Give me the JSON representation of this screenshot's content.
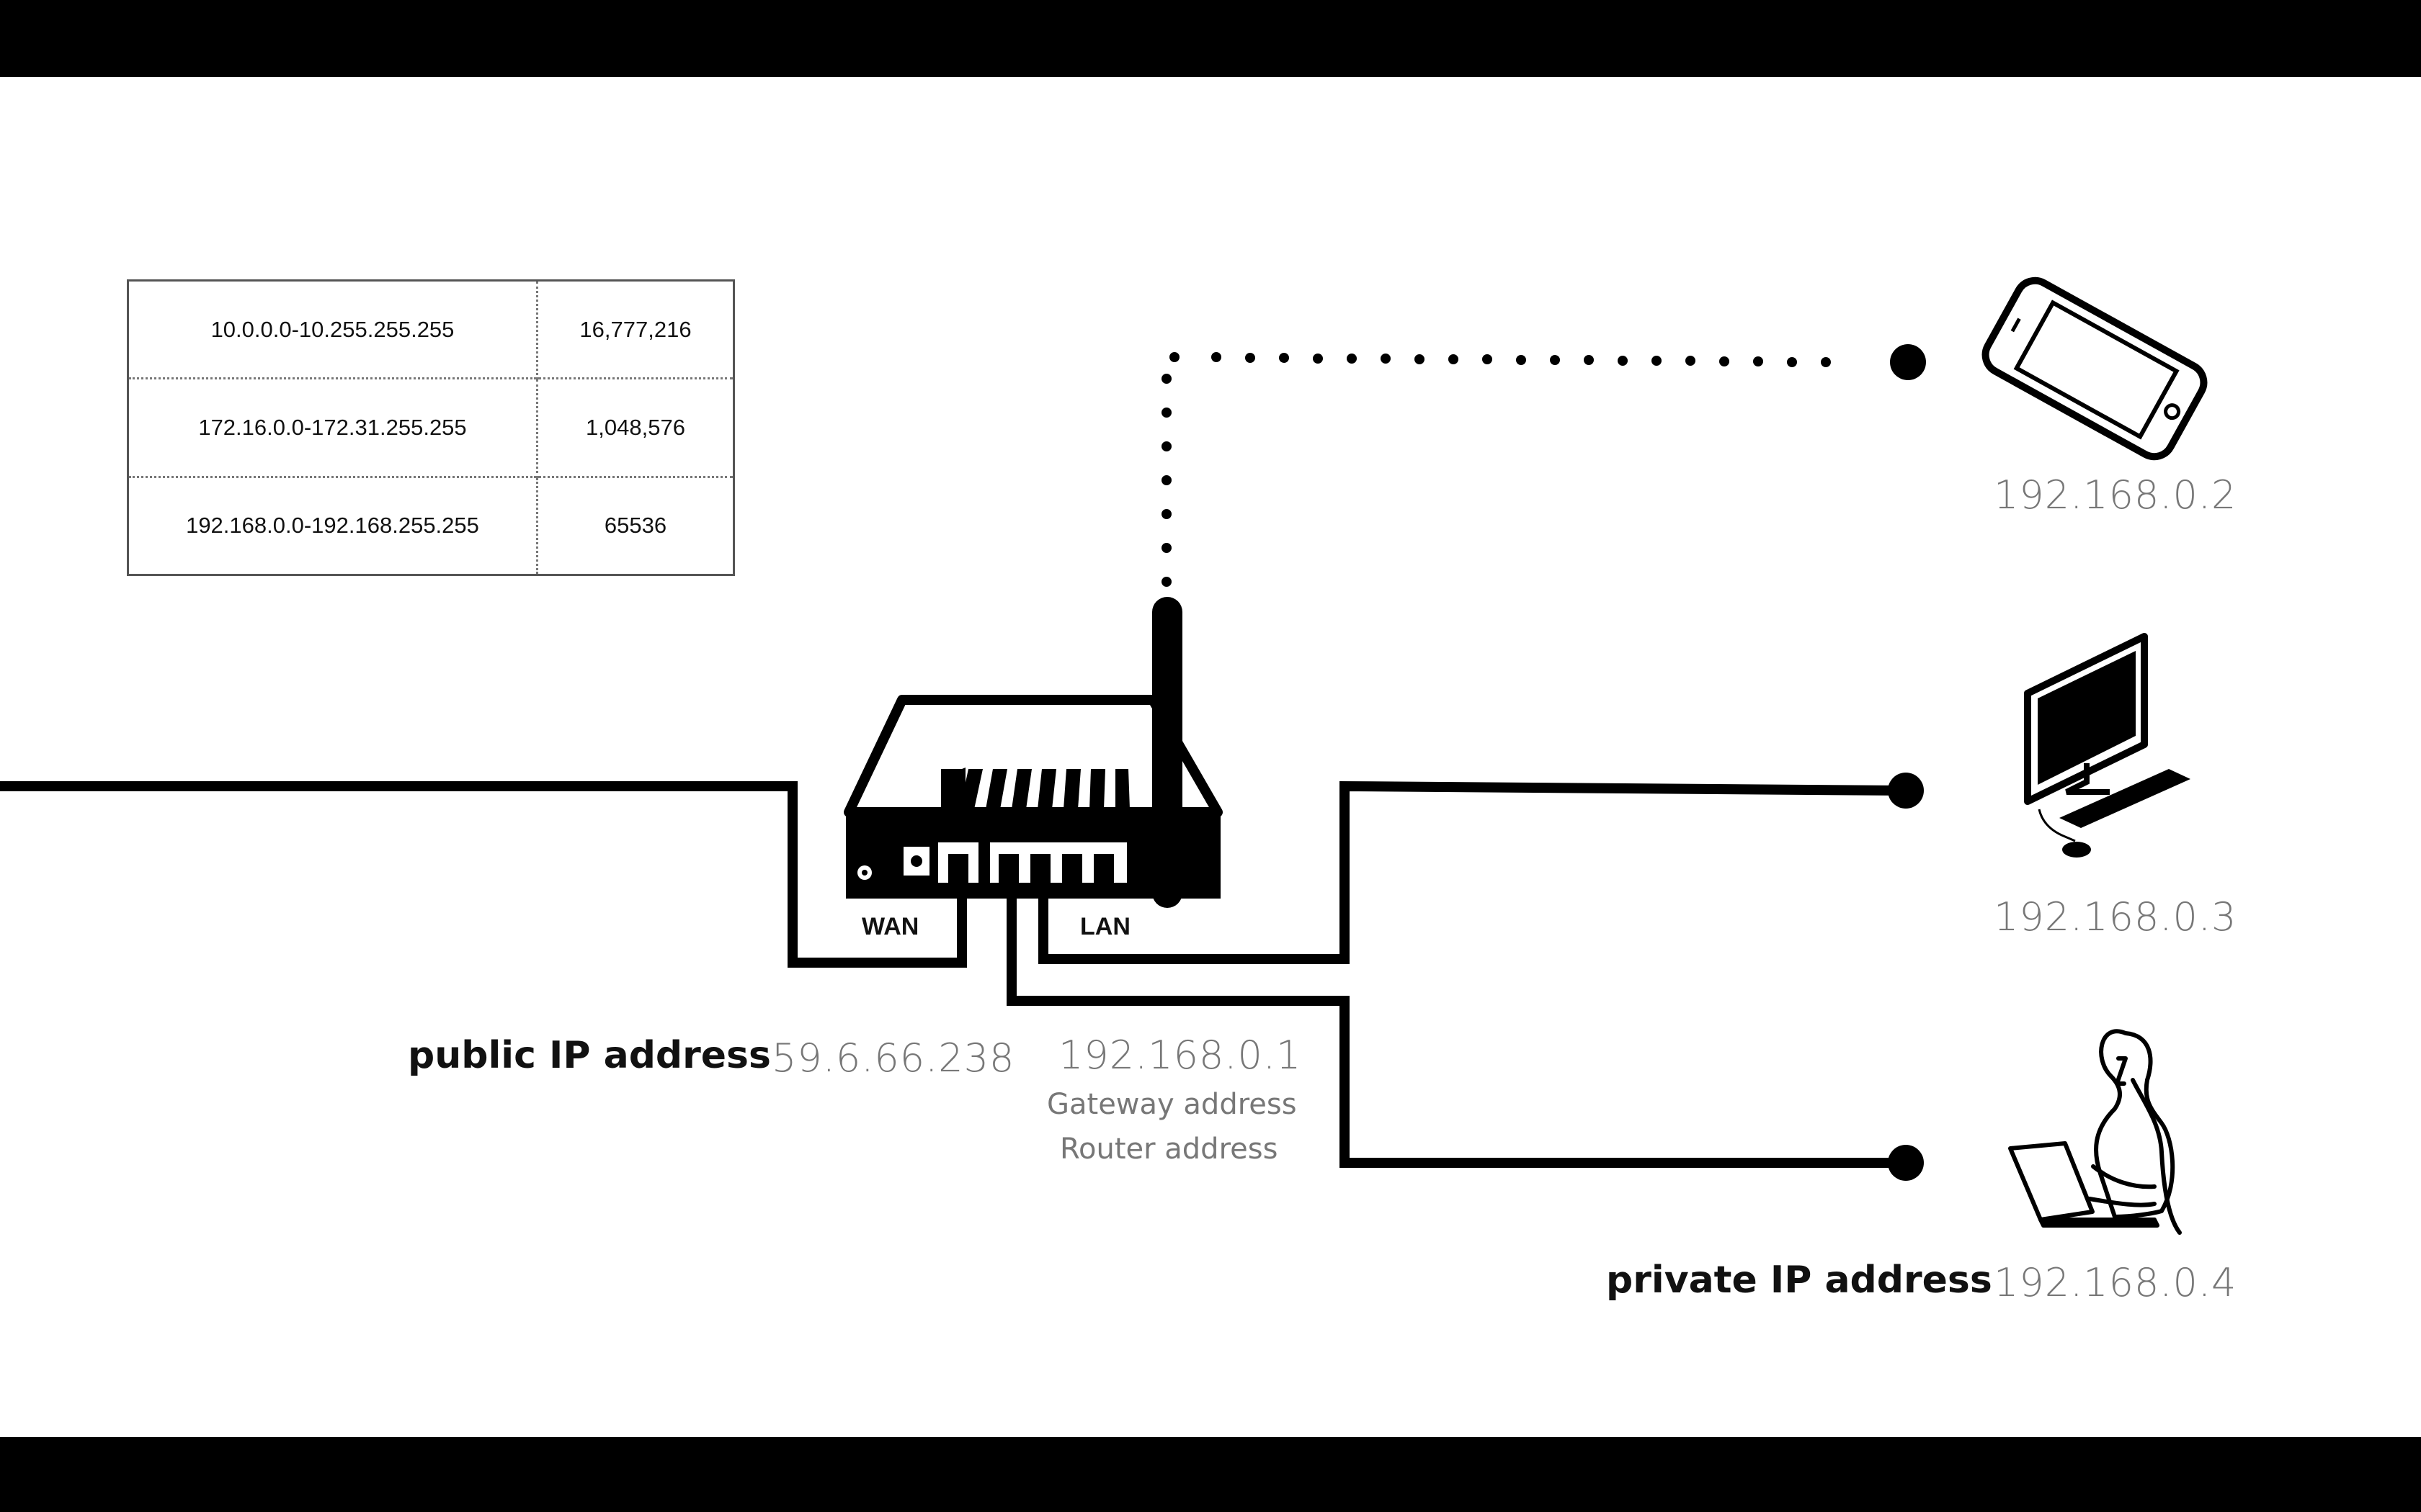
{
  "ranges_table": {
    "rows": [
      {
        "range": "10.0.0.0-10.255.255.255",
        "count": "16,777,216"
      },
      {
        "range": "172.16.0.0-172.31.255.255",
        "count": "1,048,576"
      },
      {
        "range": "192.168.0.0-192.168.255.255",
        "count": "65536"
      }
    ]
  },
  "router": {
    "wan_label": "WAN",
    "lan_label": "LAN",
    "ip": "192.168.0.1",
    "gateway_label": "Gateway address",
    "router_label": "Router address"
  },
  "public": {
    "label": "public IP address",
    "ip": "59.6.66.238"
  },
  "devices": [
    {
      "icon": "smartphone-icon",
      "ip": "192.168.0.2",
      "connection": "wireless"
    },
    {
      "icon": "desktop-computer-icon",
      "ip": "192.168.0.3",
      "connection": "wired"
    },
    {
      "icon": "person-with-laptop-icon",
      "ip": "192.168.0.4",
      "connection": "wired"
    }
  ],
  "private_label": "private IP address"
}
